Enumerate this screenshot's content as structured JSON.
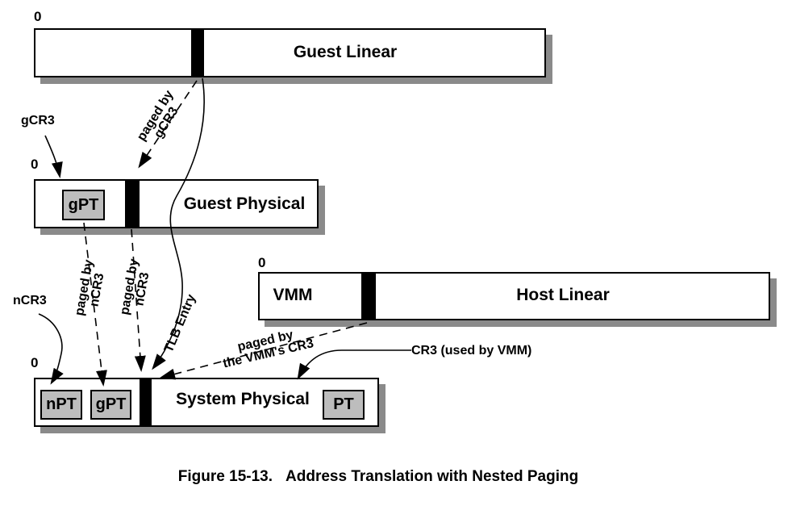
{
  "caption": {
    "prefix": "Figure 15-13.",
    "title": "Address Translation with Nested Paging"
  },
  "colors": {
    "box_fill": "#bdbdbd",
    "shadow": "#8a8a8a"
  },
  "bars": {
    "guest_linear": {
      "label": "Guest Linear",
      "origin": "0"
    },
    "guest_physical": {
      "label": "Guest Physical",
      "origin": "0",
      "gpt_box": "gPT"
    },
    "host_linear": {
      "label": "Host Linear",
      "origin": "0",
      "vmm": "VMM"
    },
    "system_physical": {
      "label": "System Physical",
      "origin": "0",
      "npt_box": "nPT",
      "gpt_box": "gPT",
      "pt_box": "PT"
    }
  },
  "pointers": {
    "gcr3": "gCR3",
    "ncr3": "nCR3",
    "cr3_vmm": "CR3 (used by VMM)"
  },
  "annotations": {
    "paged_by_gcr3": {
      "line1": "paged by",
      "line2": "gCR3"
    },
    "paged_by_ncr3_left": {
      "line1": "paged by",
      "line2": "nCR3"
    },
    "paged_by_ncr3_right": {
      "line1": "paged by",
      "line2": "nCR3"
    },
    "tlb_entry": "TLB Entry",
    "paged_by_vmm_cr3": {
      "line1": "paged by",
      "line2": "the VMM's CR3"
    }
  }
}
